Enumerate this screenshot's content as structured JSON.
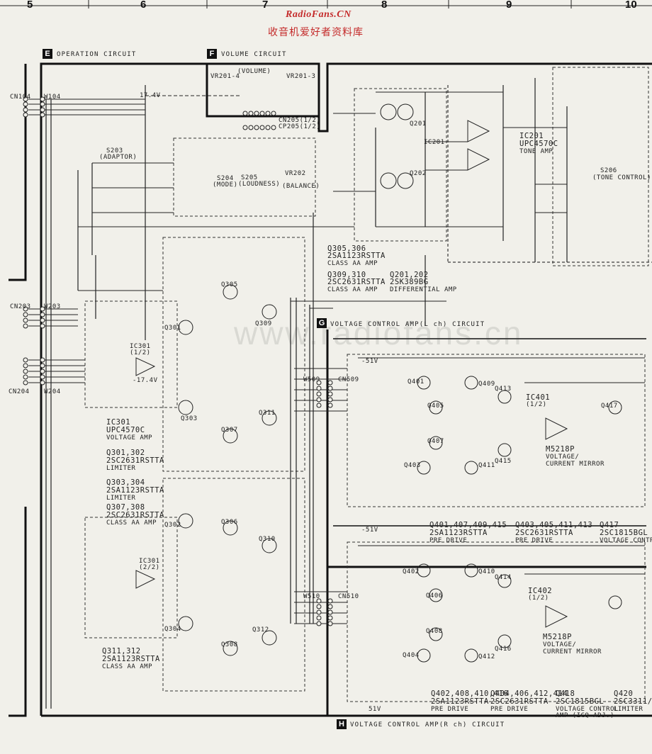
{
  "grid": {
    "cols": [
      "5",
      "6",
      "7",
      "8",
      "9",
      "10"
    ]
  },
  "watermark": {
    "site": "RadioFans.CN",
    "site_cn": "收音机爱好者资料库",
    "faint": "www.radiofans.cn"
  },
  "sections": {
    "operation": {
      "tag": "E",
      "title": "OPERATION CIRCUIT"
    },
    "volume": {
      "tag": "F",
      "title": "VOLUME CIRCUIT"
    },
    "vca_l": {
      "tag": "G",
      "title": "VOLTAGE CONTROL AMP(L ch) CIRCUIT"
    },
    "vca_r": {
      "tag": "H",
      "title": "VOLTAGE CONTROL AMP(R ch) CIRCUIT"
    }
  },
  "labels": {
    "ic201": "IC201",
    "ic201_part": "UPC4570C",
    "ic201_func": "TONE AMP",
    "q305_306": "Q305,306",
    "q305_306_part": "2SA1123RSTTA",
    "q305_306_func": "CLASS AA AMP",
    "q309_310": "Q309,310",
    "q309_310_part": "2SC2631RSTTA",
    "q309_310_func": "CLASS AA AMP",
    "q201_202": "Q201,202",
    "q201_202_part": "2SK389BG",
    "q201_202_func": "DIFFERENTIAL AMP",
    "ic301": "IC301",
    "ic301_part": "UPC4570C",
    "ic301_func": "VOLTAGE AMP",
    "q301_302": "Q301,302",
    "q301_302_part": "2SC2631RSTTA",
    "q301_302_func": "LIMITER",
    "q303_304": "Q303,304",
    "q303_304_part": "2SA1123RSTTA",
    "q303_304_func": "LIMITER",
    "q307_308": "Q307,308",
    "q307_308_part": "2SC2631RSTTA",
    "q307_308_func": "CLASS AA AMP",
    "q311_312": "Q311,312",
    "q311_312_part": "2SA1123RSTTA",
    "q311_312_func": "CLASS AA AMP",
    "ic401": "IC401",
    "ic401_part": "M5218P",
    "ic401_func1": "VOLTAGE/",
    "ic401_func2": "CURRENT MIRROR",
    "ic402": "IC402",
    "ic402_part": "M5218P",
    "ic402_func1": "VOLTAGE/",
    "ic402_func2": "CURRENT MIRROR",
    "q401_group": "Q401,407,409,415",
    "q401_group_part": "2SA1123RSTTA",
    "q401_group_func": "PRE DRIVE",
    "q403_group": "Q403,405,411,413",
    "q403_group_part": "2SC2631RSTTA",
    "q403_group_func": "PRE DRIVE",
    "q417": "Q417",
    "q417_part": "2SC1815BGL",
    "q417_func": "VOLTAGE CONTROL",
    "q402_group": "Q402,408,410,416",
    "q402_group_part": "2SA1123RSTTA",
    "q402_group_func": "PRE DRIVE",
    "q404_group": "Q404,406,412,414",
    "q404_group_part": "2SC2631RSTTA",
    "q404_group_func": "PRE DRIVE",
    "q418": "Q418",
    "q418_part": "2SC1815BGL",
    "q418_func1": "VOLTAGE CONTROL",
    "q418_func2": "AMP (ICQ ADJ.)",
    "q420": "Q420",
    "q420_part": "2SC3311/",
    "q420_func": "LIMITER",
    "cn205": "CN205(1/2)",
    "cp205": "CP205(1/2)",
    "vr201": "VR201-4",
    "vr203": "VR201-3",
    "volume_pot": "(VOLUME)",
    "s203": "S203",
    "s203_func": "(ADAPTOR)",
    "s204": "S204",
    "s205": "S205",
    "loudness": "(LOUDNESS)",
    "mode": "(MODE)",
    "vr202": "VR202",
    "balance": "(BALANCE)",
    "tone_control": "(TONE CONTROL)",
    "s206": "S206",
    "w509": "W509",
    "cn509": "CN509",
    "w510": "W510",
    "cn510": "CN510",
    "w104": "W104",
    "cn104": "CN104",
    "w203": "W203",
    "cn203": "CN203",
    "w204": "W204",
    "cn204": "CN204",
    "q201": "Q201",
    "q202": "Q202",
    "q301": "Q301",
    "q302": "Q302",
    "q303": "Q303",
    "q304": "Q304",
    "q305": "Q305",
    "q306": "Q306",
    "q307": "Q307",
    "q308": "Q308",
    "q309": "Q309",
    "q310": "Q310",
    "q311": "Q311",
    "q312": "Q312",
    "q401": "Q401",
    "q402": "Q402",
    "q403": "Q403",
    "q404": "Q404",
    "q405": "Q405",
    "q406": "Q406",
    "q407": "Q407",
    "q408": "Q408",
    "q409": "Q409",
    "q410": "Q410",
    "q411": "Q411",
    "q412": "Q412",
    "q413": "Q413",
    "q414": "Q414",
    "q415": "Q415",
    "q416": "Q416",
    "ic301a": "IC301",
    "ic301a_half": "(1/2)",
    "ic301b": "IC301",
    "ic301b_half": "(2/2)",
    "ic401_half": "(1/2)",
    "ic402_half": "(1/2)",
    "v_p174": "17.4V",
    "v_n174": "-17.4V",
    "v_51": "51V",
    "v_n51": "-51V"
  },
  "colors": {
    "ink": "#222222",
    "paper": "#f1f0ea",
    "watermark": "#c42a2a"
  }
}
